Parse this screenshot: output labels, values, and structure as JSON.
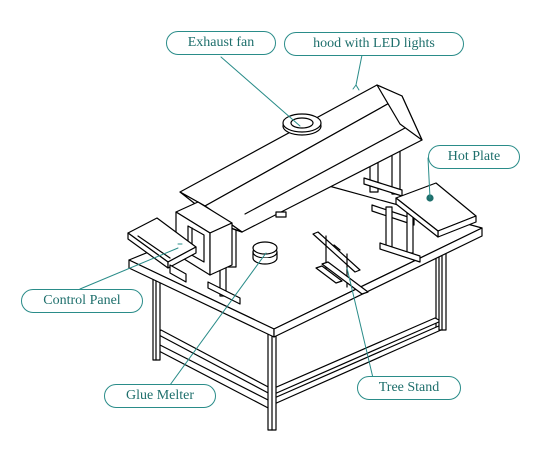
{
  "labels": {
    "exhaust_fan": "Exhaust fan",
    "hood": "hood with LED lights",
    "hot_plate": "Hot Plate",
    "control_panel": "Control Panel",
    "glue_melter": "Glue Melter",
    "tree_stand": "Tree Stand"
  },
  "colors": {
    "line": "#000000",
    "callout": "#2a8c89",
    "label_text": "#1e6f6c"
  }
}
